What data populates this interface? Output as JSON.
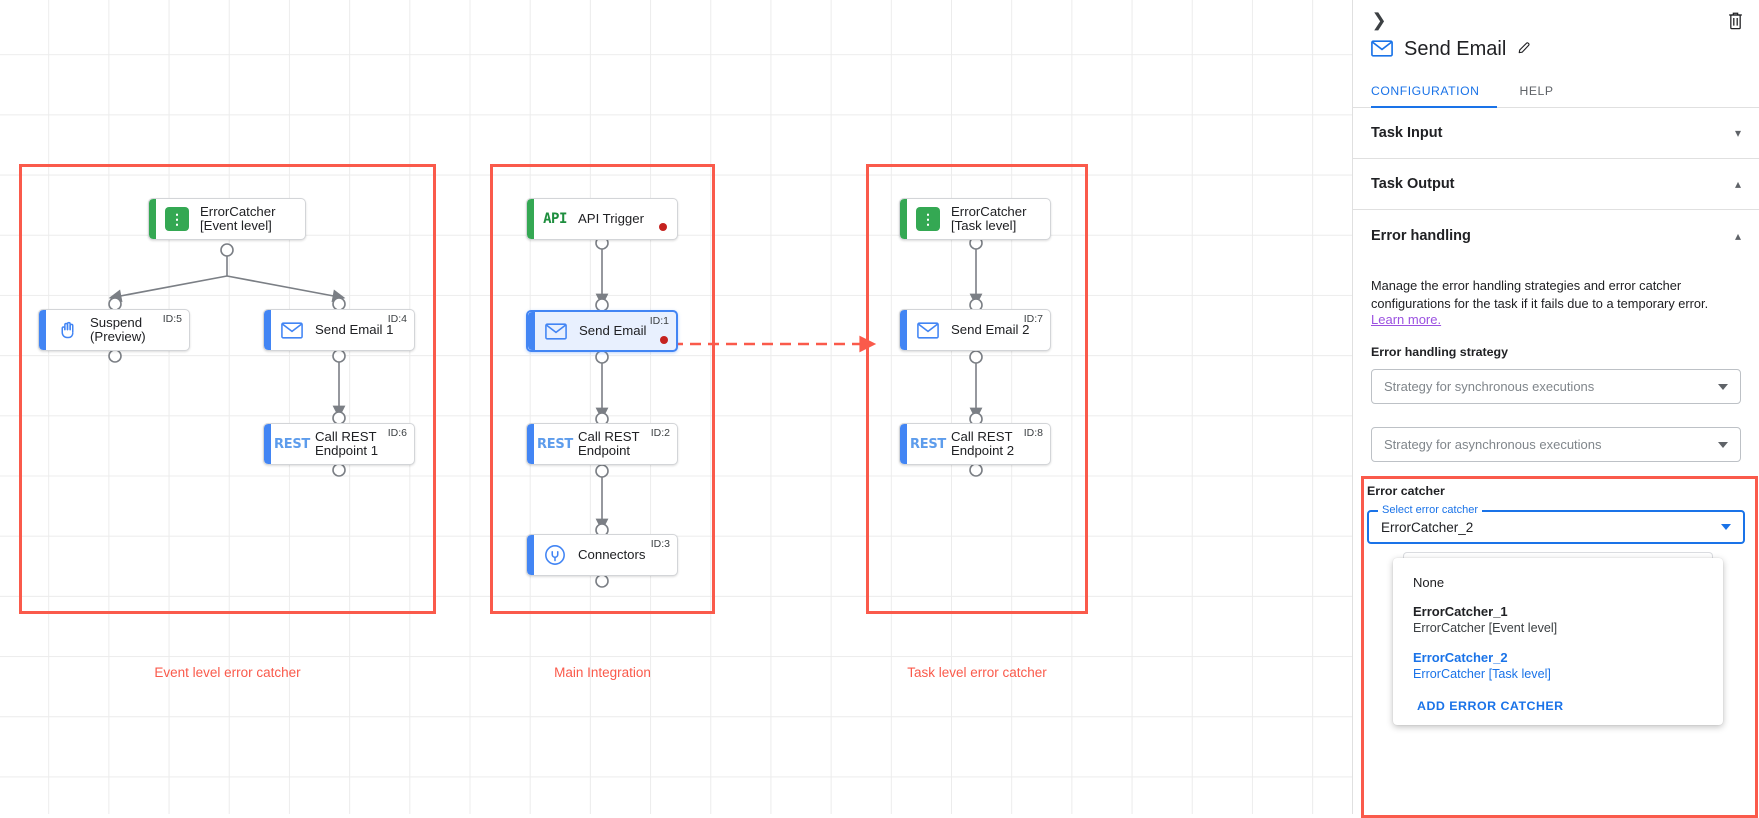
{
  "canvas": {
    "groups": [
      {
        "label": "Event level error catcher"
      },
      {
        "label": "Main Integration"
      },
      {
        "label": "Task level error catcher"
      }
    ],
    "nodes": {
      "errorcatcher_event": {
        "title": "ErrorCatcher\n[Event level]",
        "id": "",
        "icon": "error-catcher-icon"
      },
      "suspend": {
        "title": "Suspend\n(Preview)",
        "id": "ID:5",
        "icon": "hand-icon"
      },
      "send_email_1": {
        "title": "Send Email 1",
        "id": "ID:4",
        "icon": "envelope-icon"
      },
      "call_rest_1": {
        "title": "Call REST\nEndpoint 1",
        "id": "ID:6",
        "icon": "rest-icon"
      },
      "api_trigger": {
        "title": "API Trigger",
        "id": "",
        "icon": "api-icon"
      },
      "send_email": {
        "title": "Send Email",
        "id": "ID:1",
        "icon": "envelope-icon"
      },
      "call_rest": {
        "title": "Call REST\nEndpoint",
        "id": "ID:2",
        "icon": "rest-icon"
      },
      "connectors": {
        "title": "Connectors",
        "id": "ID:3",
        "icon": "connectors-icon"
      },
      "errorcatcher_task": {
        "title": "ErrorCatcher\n[Task level]",
        "id": "",
        "icon": "error-catcher-icon"
      },
      "send_email_2": {
        "title": "Send Email 2",
        "id": "ID:7",
        "icon": "envelope-icon"
      },
      "call_rest_2": {
        "title": "Call REST\nEndpoint 2",
        "id": "ID:8",
        "icon": "rest-icon"
      }
    },
    "icon_text": {
      "api": "API",
      "rest": "REST",
      "bang": "⠇"
    }
  },
  "panel": {
    "collapse_icon": "chevron-right-icon",
    "delete_icon": "trash-icon",
    "title": "Send Email",
    "title_icon": "envelope-icon",
    "edit_icon": "pencil-icon",
    "tabs": [
      {
        "label": "CONFIGURATION",
        "active": true
      },
      {
        "label": "HELP",
        "active": false
      }
    ],
    "sections": [
      {
        "label": "Task Input",
        "caret": "⌄",
        "expanded": false
      },
      {
        "label": "Task Output",
        "caret": "⌃",
        "expanded": true
      },
      {
        "label": "Error handling",
        "caret": "⌃",
        "expanded": true
      }
    ],
    "error_handling": {
      "description": "Manage the error handling strategies and error catcher configurations for the task if it fails due to a temporary error.",
      "learn_more": "Learn more.",
      "strategy_label": "Error handling strategy",
      "sync_placeholder": "Strategy for synchronous executions",
      "async_placeholder": "Strategy for asynchronous executions"
    },
    "error_catcher": {
      "heading": "Error catcher",
      "float_label": "Select error catcher",
      "value": "ErrorCatcher_2",
      "options": [
        {
          "primary": "None",
          "secondary": "",
          "selected": false,
          "plain": true
        },
        {
          "primary": "ErrorCatcher_1",
          "secondary": "ErrorCatcher [Event level]",
          "selected": false,
          "plain": false
        },
        {
          "primary": "ErrorCatcher_2",
          "secondary": "ErrorCatcher [Task level]",
          "selected": true,
          "plain": false
        }
      ],
      "add_label": "ADD ERROR CATCHER"
    }
  },
  "colors": {
    "accent_blue": "#1a73e8",
    "group_red": "#fa5a4b",
    "green": "#34a853",
    "purple_link": "#9b51e0",
    "red_dot": "#c5221f"
  }
}
